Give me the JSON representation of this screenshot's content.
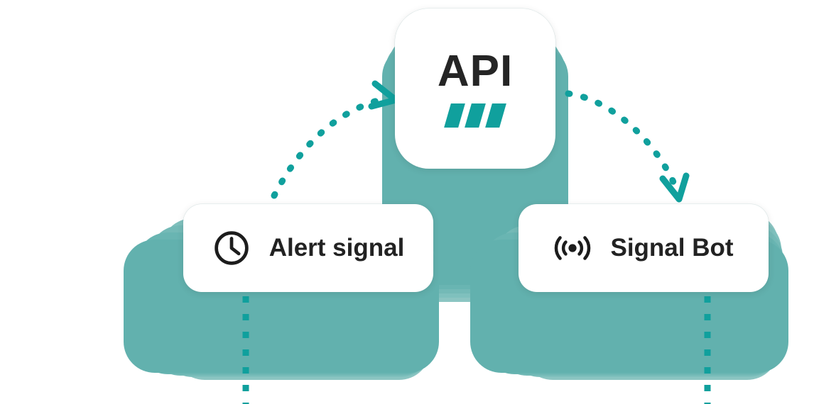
{
  "diagram": {
    "title": "API integration diagram",
    "accent_teal": "#10a09d",
    "stack_teal": "#72bab7",
    "card_white": "#ffffff",
    "text_dark": "#222222"
  },
  "nodes": {
    "api": {
      "label": "API",
      "icon": "api-bars-icon",
      "bar_count": 3
    },
    "alert_signal": {
      "label": "Alert signal",
      "icon": "clock-icon"
    },
    "signal_bot": {
      "label": "Signal Bot",
      "icon": "broadcast-signal-icon"
    }
  },
  "connectors": [
    {
      "name": "alert-signal-to-api",
      "from": "alert_signal",
      "to": "api",
      "style": "dotted",
      "arrow": "end",
      "color": "#10a09d"
    },
    {
      "name": "api-to-signal-bot",
      "from": "api",
      "to": "signal_bot",
      "style": "dotted",
      "arrow": "end",
      "color": "#10a09d"
    },
    {
      "name": "alert-signal-downlink",
      "from": "alert_signal",
      "to": "below",
      "style": "dotted",
      "arrow": "none",
      "color": "#10a09d"
    },
    {
      "name": "signal-bot-downlink",
      "from": "signal_bot",
      "to": "below",
      "style": "dotted",
      "arrow": "none",
      "color": "#10a09d"
    }
  ]
}
